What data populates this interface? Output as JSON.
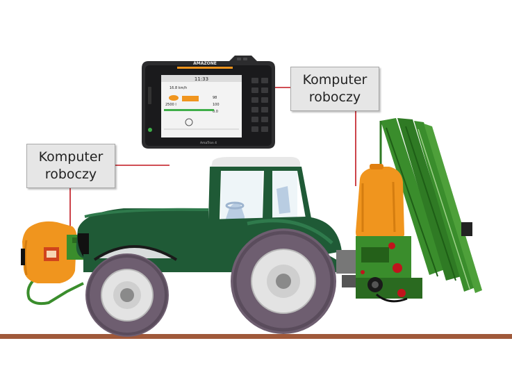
{
  "labels": {
    "left_callout": {
      "line1": "Komputer",
      "line2": "roboczy"
    },
    "right_callout": {
      "line1": "Komputer",
      "line2": "roboczy"
    }
  },
  "terminal": {
    "brand": "AMAZONE",
    "clock": "11:33",
    "model": "AmaTron 4",
    "screen_readouts": [
      "16.8 km/h",
      "2500 l",
      "98",
      "100",
      "0.0"
    ]
  },
  "colors": {
    "tractor_body": "#1f5a36",
    "amazone_orange": "#f0951e",
    "amazone_green": "#3a8d2c",
    "tire": "#6e5e70",
    "ground": "#a0593a",
    "leader_line": "#c0141c"
  }
}
